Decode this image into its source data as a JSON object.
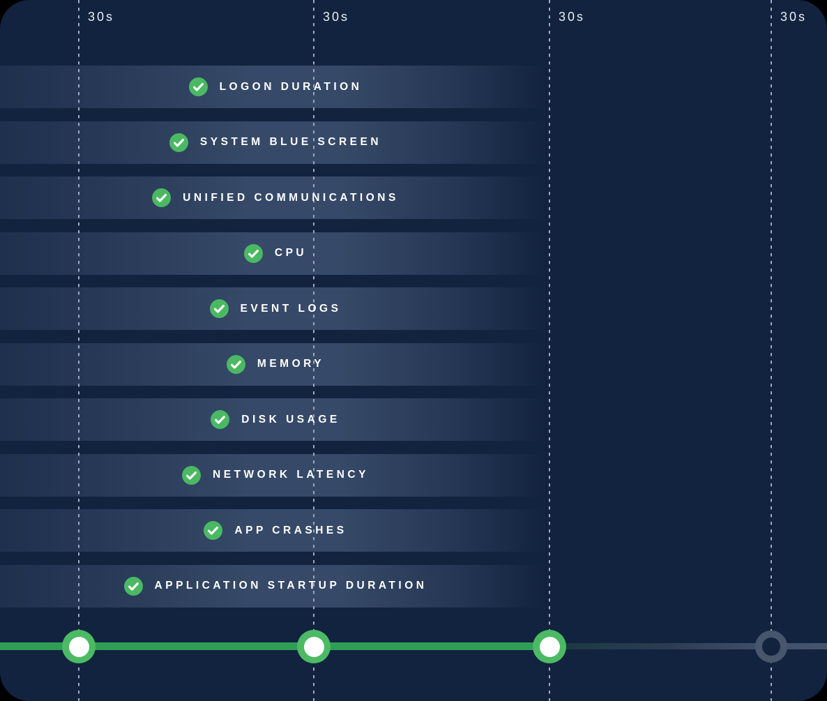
{
  "colors": {
    "background": "#12233F",
    "check_green": "#4BB863",
    "node_green": "#4CBA64",
    "progress_green": "#2F9D55",
    "pending_gray": "#48566D",
    "bar_tint": "#89A1C5",
    "label_white": "#FFFFFF"
  },
  "intervals": [
    {
      "label": "30s",
      "state": "completed"
    },
    {
      "label": "30s",
      "state": "completed"
    },
    {
      "label": "30s",
      "state": "completed"
    },
    {
      "label": "30s",
      "state": "pending"
    }
  ],
  "progress": {
    "completed_intervals": 3,
    "total_intervals": 4
  },
  "metrics": [
    {
      "label": "LOGON DURATION",
      "checked": true
    },
    {
      "label": "SYSTEM BLUE SCREEN",
      "checked": true
    },
    {
      "label": "UNIFIED COMMUNICATIONS",
      "checked": true
    },
    {
      "label": "CPU",
      "checked": true
    },
    {
      "label": "EVENT LOGS",
      "checked": true
    },
    {
      "label": "MEMORY",
      "checked": true
    },
    {
      "label": "DISK USAGE",
      "checked": true
    },
    {
      "label": "NETWORK LATENCY",
      "checked": true
    },
    {
      "label": "APP CRASHES",
      "checked": true
    },
    {
      "label": "APPLICATION STARTUP DURATION",
      "checked": true
    }
  ]
}
